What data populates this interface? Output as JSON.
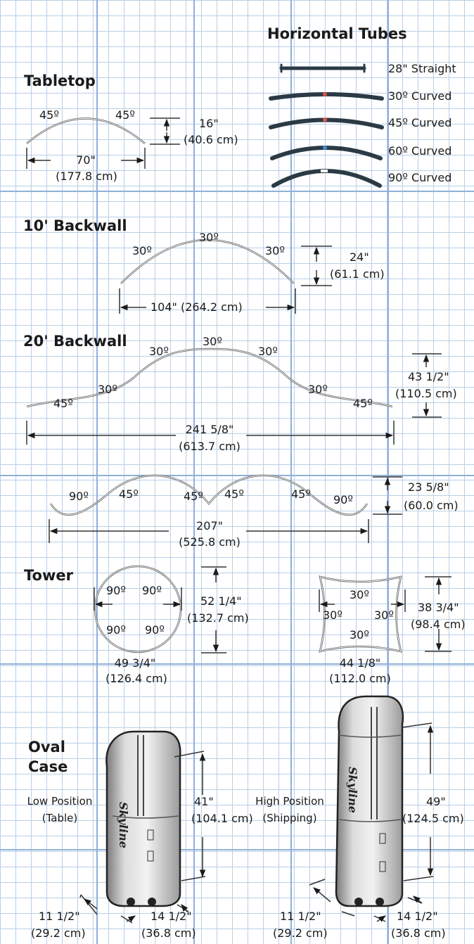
{
  "horizontal_tubes": {
    "title": "Horizontal Tubes",
    "items": [
      "28\" Straight",
      "30º Curved",
      "45º Curved",
      "60º Curved",
      "90º Curved"
    ],
    "joint_colors": [
      "#222222",
      "#d9534f",
      "#e0554a",
      "#3a8fd9",
      "#ffffff"
    ],
    "tube_color": "#2b3a44"
  },
  "tabletop": {
    "title": "Tabletop",
    "angle_left": "45º",
    "angle_right": "45º",
    "height": "16\"",
    "height_metric": "(40.6 cm)",
    "width": "70\"",
    "width_metric": "(177.8 cm)"
  },
  "backwall_10": {
    "title": "10' Backwall",
    "angle_top": "30º",
    "angle_left": "30º",
    "angle_right": "30º",
    "height": "24\"",
    "height_metric": "(61.1 cm)",
    "width_full": "104\" (264.2 cm)"
  },
  "backwall_20": {
    "title": "20' Backwall",
    "angles_a": [
      "30º",
      "30º",
      "30º",
      "30º",
      "45º",
      "30º",
      "45º"
    ],
    "height_a": "43 1/2\"",
    "height_a_metric": "(110.5 cm)",
    "width_a": "241 5/8\"",
    "width_a_metric": "(613.7 cm)",
    "angles_b": [
      "45º",
      "45º",
      "45º",
      "45º",
      "90º",
      "90º"
    ],
    "height_b": "23 5/8\"",
    "height_b_metric": "(60.0 cm)",
    "width_b": "207\"",
    "width_b_metric": "(525.8 cm)"
  },
  "tower": {
    "title": "Tower",
    "circle_angles": [
      "90º",
      "90º",
      "90º",
      "90º"
    ],
    "circle_height": "52 1/4\"",
    "circle_height_metric": "(132.7 cm)",
    "circle_width": "49 3/4\"",
    "circle_width_metric": "(126.4 cm)",
    "square_angles": [
      "30º",
      "30º",
      "30º",
      "30º"
    ],
    "square_height": "38 3/4\"",
    "square_height_metric": "(98.4 cm)",
    "square_width": "44 1/8\"",
    "square_width_metric": "(112.0 cm)"
  },
  "oval_case": {
    "title_line1": "Oval",
    "title_line2": "Case",
    "brand": "Skyline",
    "low_label": "Low Position",
    "low_sub": "(Table)",
    "low_height": "41\"",
    "low_height_metric": "(104.1 cm)",
    "high_label": "High Position",
    "high_sub": "(Shipping)",
    "high_height": "49\"",
    "high_height_metric": "(124.5 cm)",
    "depth": "11 1/2\"",
    "depth_metric": "(29.2 cm)",
    "width": "14 1/2\"",
    "width_metric": "(36.8 cm)"
  }
}
